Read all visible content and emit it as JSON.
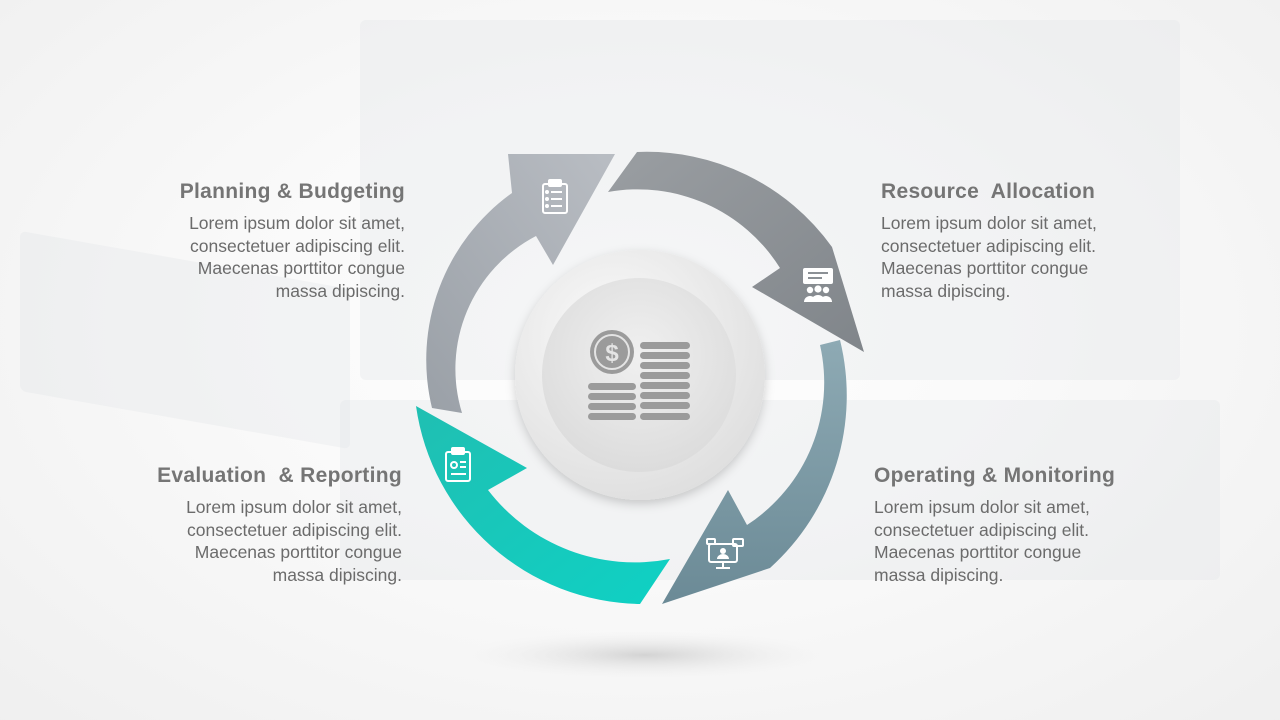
{
  "colors": {
    "planning": "#a3a8af",
    "resource": "#8b9095",
    "operating": "#7f9ca7",
    "evaluation": "#1fc6b8",
    "text": "#6b6b6b",
    "heading": "#757575"
  },
  "steps": [
    {
      "title": "Planning & Budgeting",
      "lines": [
        "Lorem ipsum dolor sit amet,",
        "consectetuer adipiscing elit.",
        "Maecenas porttitor congue",
        "massa dipiscing."
      ],
      "icon": "checklist-icon"
    },
    {
      "title": "Resource  Allocation",
      "lines": [
        "Lorem ipsum dolor sit amet,",
        "consectetuer adipiscing elit.",
        "Maecenas porttitor congue",
        "massa dipiscing."
      ],
      "icon": "team-presentation-icon"
    },
    {
      "title": "Operating & Monitoring",
      "lines": [
        "Lorem ipsum dolor sit amet,",
        "consectetuer adipiscing elit.",
        "Maecenas porttitor congue",
        "massa dipiscing."
      ],
      "icon": "monitor-user-icon"
    },
    {
      "title": "Evaluation  & Reporting",
      "lines": [
        "Lorem ipsum dolor sit amet,",
        "consectetuer adipiscing elit.",
        "Maecenas porttitor congue",
        "massa dipiscing."
      ],
      "icon": "clipboard-report-icon"
    }
  ],
  "center_icon": "dollar-coins-icon"
}
